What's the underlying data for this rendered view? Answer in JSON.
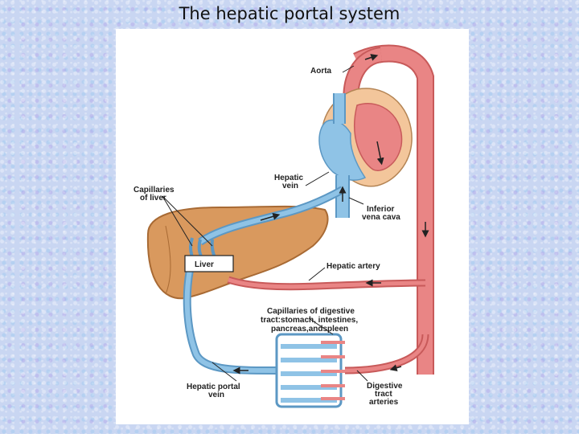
{
  "slide": {
    "title": "The hepatic portal system"
  },
  "labels": {
    "aorta": "Aorta",
    "hepatic_vein_1": "Hepatic",
    "hepatic_vein_2": "vein",
    "capillaries_liver_1": "Capillaries",
    "capillaries_liver_2": "of liver",
    "inferior_vena_cava_1": "Inferior",
    "inferior_vena_cava_2": "vena cava",
    "liver": "Liver",
    "hepatic_artery": "Hepatic artery",
    "capillaries_digestive_1": "Capillaries of digestive",
    "capillaries_digestive_2": "tract:stomach, intestines,",
    "capillaries_digestive_3": "pancreas,andspleen",
    "hepatic_portal_vein_1": "Hepatic portal",
    "hepatic_portal_vein_2": "vein",
    "digestive_arteries_1": "Digestive",
    "digestive_arteries_2": "tract",
    "digestive_arteries_3": "arteries"
  },
  "colors": {
    "artery": "#e98585",
    "artery_dark": "#c85a5a",
    "vein": "#8fc3e6",
    "vein_dark": "#5c98c4",
    "liver": "#d9995e",
    "liver_dark": "#a86a34",
    "heart_outer": "#f3c69b",
    "label_line": "#222222"
  }
}
